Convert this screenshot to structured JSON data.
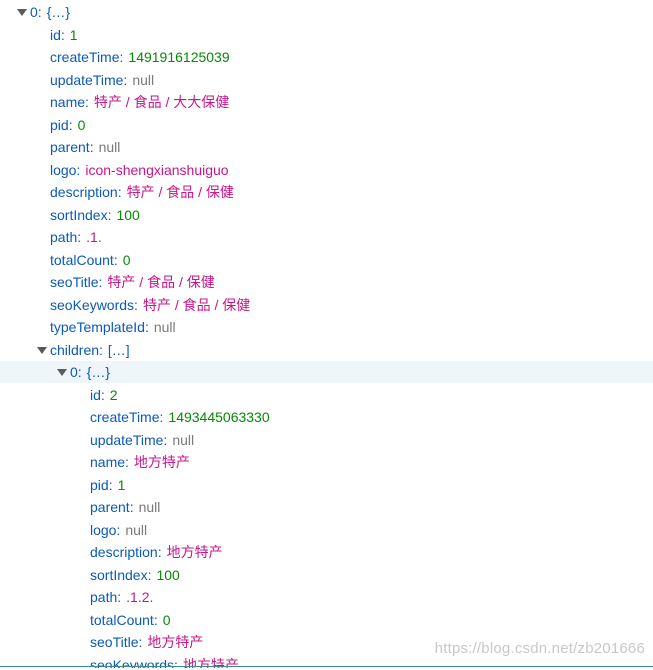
{
  "colors": {
    "key": "#0b59b9",
    "number": "#058a05",
    "string": "#c8168a",
    "null": "#7a7a7a",
    "highlight": "#eef5fb"
  },
  "icons": {
    "expand": "triangle-down-icon"
  },
  "rows": [
    {
      "key": "0",
      "value": "{…}",
      "type": "obj",
      "depth": 0,
      "toggle": true
    },
    {
      "key": "id",
      "value": "1",
      "type": "num",
      "depth": 1
    },
    {
      "key": "createTime",
      "value": "1491916125039",
      "type": "num",
      "depth": 1
    },
    {
      "key": "updateTime",
      "value": "null",
      "type": "null",
      "depth": 1
    },
    {
      "key": "name",
      "value": "特产 / 食品 / 大大保健",
      "type": "str",
      "depth": 1
    },
    {
      "key": "pid",
      "value": "0",
      "type": "num",
      "depth": 1
    },
    {
      "key": "parent",
      "value": "null",
      "type": "null",
      "depth": 1
    },
    {
      "key": "logo",
      "value": "icon-shengxianshuiguo",
      "type": "str",
      "depth": 1
    },
    {
      "key": "description",
      "value": "特产 / 食品 / 保健",
      "type": "str",
      "depth": 1
    },
    {
      "key": "sortIndex",
      "value": "100",
      "type": "num",
      "depth": 1
    },
    {
      "key": "path",
      "value": ".1.",
      "type": "str",
      "depth": 1
    },
    {
      "key": "totalCount",
      "value": "0",
      "type": "num",
      "depth": 1
    },
    {
      "key": "seoTitle",
      "value": "特产 / 食品 / 保健",
      "type": "str",
      "depth": 1
    },
    {
      "key": "seoKeywords",
      "value": "特产 / 食品 / 保健",
      "type": "str",
      "depth": 1
    },
    {
      "key": "typeTemplateId",
      "value": "null",
      "type": "null",
      "depth": 1
    },
    {
      "key": "children",
      "value": "[…]",
      "type": "obj",
      "depth": 1,
      "toggle": true
    },
    {
      "key": "0",
      "value": "{…}",
      "type": "obj",
      "depth": 2,
      "toggle": true,
      "highlight": true
    },
    {
      "key": "id",
      "value": "2",
      "type": "num",
      "depth": 3
    },
    {
      "key": "createTime",
      "value": "1493445063330",
      "type": "num",
      "depth": 3
    },
    {
      "key": "updateTime",
      "value": "null",
      "type": "null",
      "depth": 3
    },
    {
      "key": "name",
      "value": "地方特产",
      "type": "str",
      "depth": 3
    },
    {
      "key": "pid",
      "value": "1",
      "type": "num",
      "depth": 3
    },
    {
      "key": "parent",
      "value": "null",
      "type": "null",
      "depth": 3
    },
    {
      "key": "logo",
      "value": "null",
      "type": "null",
      "depth": 3
    },
    {
      "key": "description",
      "value": "地方特产",
      "type": "str",
      "depth": 3
    },
    {
      "key": "sortIndex",
      "value": "100",
      "type": "num",
      "depth": 3
    },
    {
      "key": "path",
      "value": ".1.2.",
      "type": "str",
      "depth": 3
    },
    {
      "key": "totalCount",
      "value": "0",
      "type": "num",
      "depth": 3
    },
    {
      "key": "seoTitle",
      "value": "地方特产",
      "type": "str",
      "depth": 3
    },
    {
      "key": "seoKeywords",
      "value": "地方特产",
      "type": "str",
      "depth": 3
    }
  ],
  "watermark": "https://blog.csdn.net/zb201666"
}
